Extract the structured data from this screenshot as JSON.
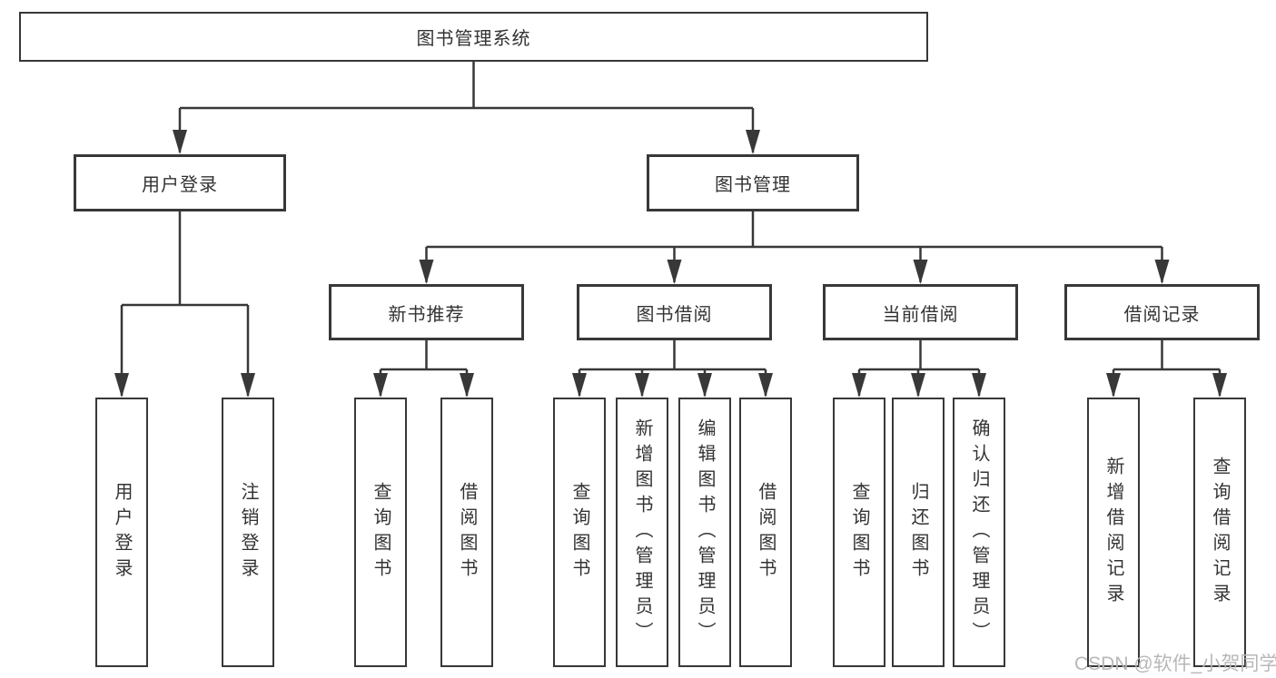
{
  "tree": {
    "root": {
      "label": "图书管理系统",
      "children": [
        {
          "label": "用户登录",
          "children": [
            {
              "label": "用户登录"
            },
            {
              "label": "注销登录"
            }
          ]
        },
        {
          "label": "图书管理",
          "children": [
            {
              "label": "新书推荐",
              "children": [
                {
                  "label": "查询图书"
                },
                {
                  "label": "借阅图书"
                }
              ]
            },
            {
              "label": "图书借阅",
              "children": [
                {
                  "label": "查询图书"
                },
                {
                  "label": "新增图书（管理员）"
                },
                {
                  "label": "编辑图书（管理员）"
                },
                {
                  "label": "借阅图书"
                }
              ]
            },
            {
              "label": "当前借阅",
              "children": [
                {
                  "label": "查询图书"
                },
                {
                  "label": "归还图书"
                },
                {
                  "label": "确认归还（管理员）"
                }
              ]
            },
            {
              "label": "借阅记录",
              "children": [
                {
                  "label": "新增借阅记录"
                },
                {
                  "label": "查询借阅记录"
                }
              ]
            }
          ]
        }
      ]
    }
  },
  "watermark": {
    "text": "CSDN @软件_小贺同学"
  },
  "colors": {
    "line": "#383838",
    "box_border": "#383838",
    "text": "#333333",
    "watermark": "#b8b8b8",
    "background": "#ffffff"
  }
}
